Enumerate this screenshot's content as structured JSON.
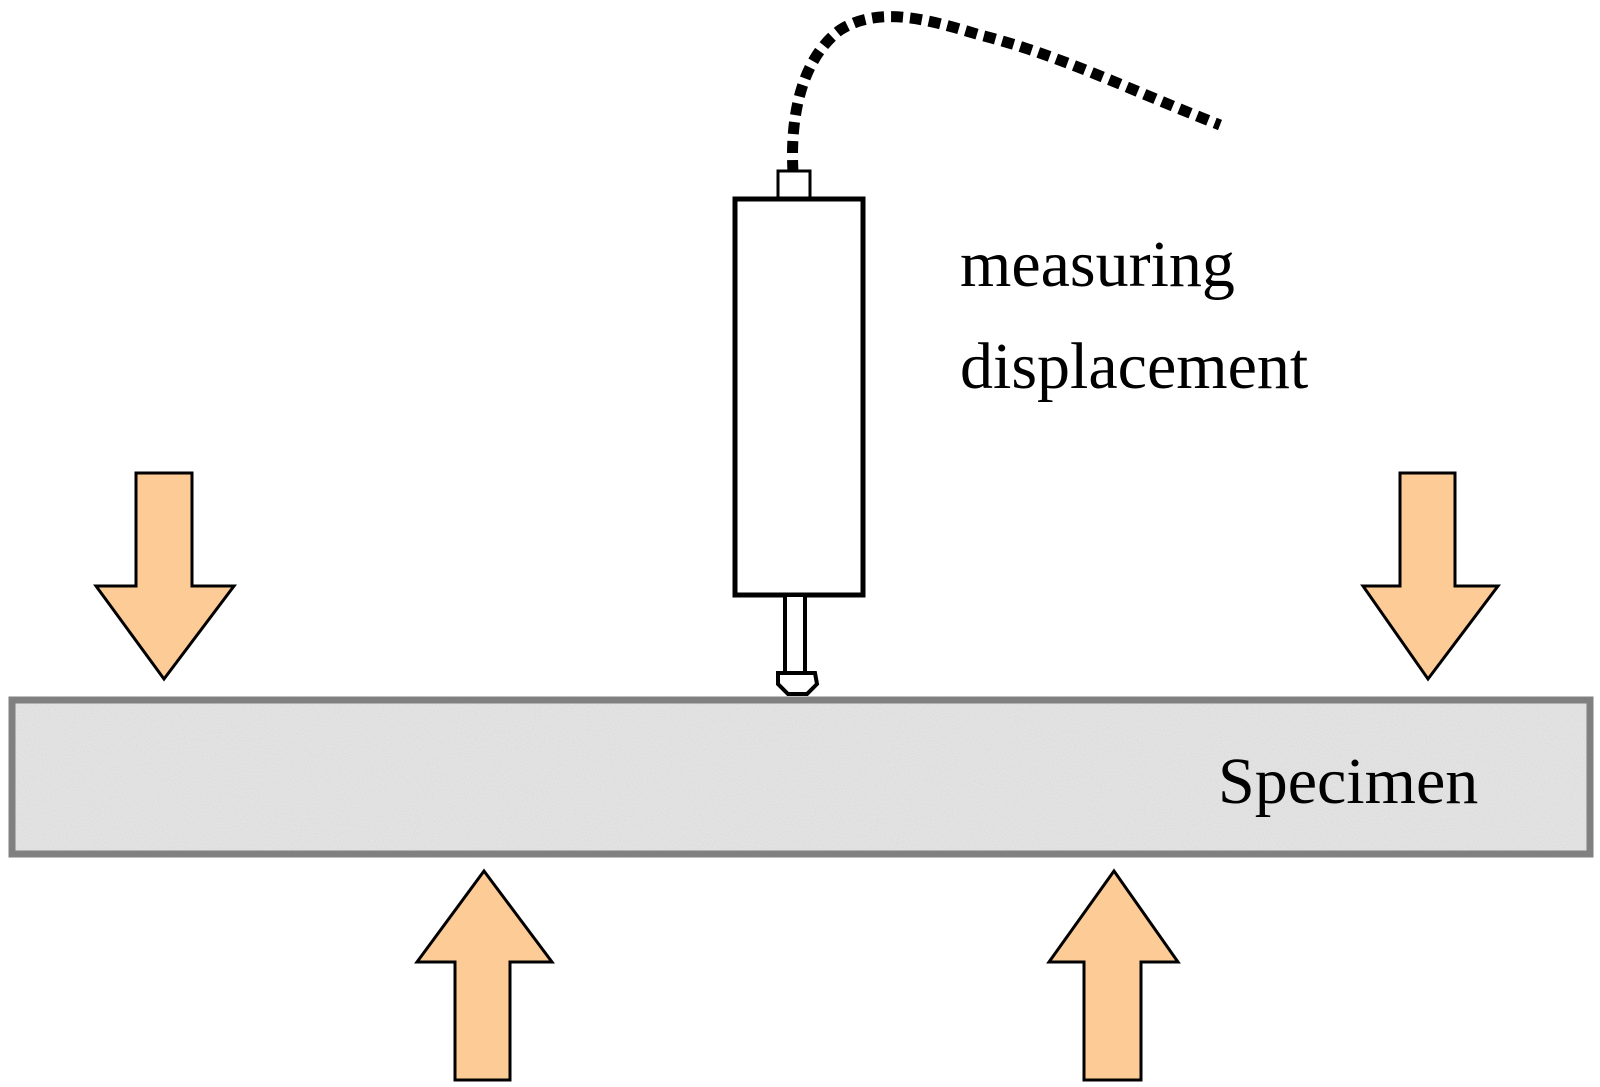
{
  "labels": {
    "sensor_line1": "measuring",
    "sensor_line2": "displacement",
    "specimen": "Specimen"
  },
  "colors": {
    "arrow_fill": "#FDCB96",
    "arrow_stroke": "#000000",
    "specimen_fill": "#E8E8E8",
    "specimen_stroke": "#808080",
    "sensor_stroke": "#000000",
    "cable": "#000000"
  },
  "components": {
    "load_arrows": [
      "down",
      "down"
    ],
    "support_arrows": [
      "up",
      "up"
    ],
    "sensor": "displacement-transducer",
    "cable": "dashed-cable"
  }
}
